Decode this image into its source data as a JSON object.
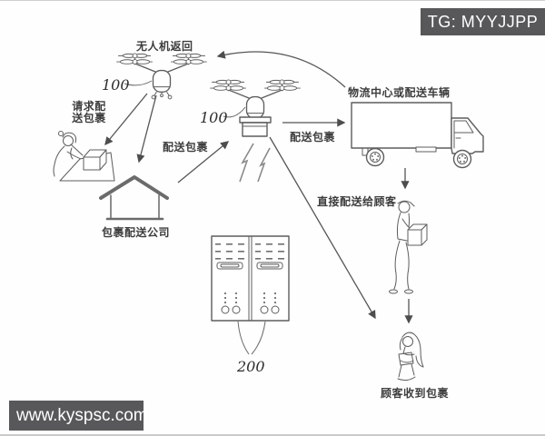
{
  "badges": {
    "telegram": {
      "text": "TG: MYYJJPP",
      "bg": "#58585a",
      "fg": "#ffffff"
    },
    "website": {
      "text": "www.kyspsc.com",
      "bg": "#58585a",
      "fg": "#ffffff"
    }
  },
  "diagram": {
    "type": "drone-parcel-delivery-flow",
    "line_color": "#5d5d5d",
    "text_color": "#3d3d3d",
    "labels": {
      "drone_return": "无人机返回",
      "drone1_ref": "100",
      "drone2_ref": "100",
      "request_delivery": [
        "请求配",
        "送包裹"
      ],
      "deliver_package_company_to_drone": "配送包裹",
      "deliver_package_drone_to_truck": "配送包裹",
      "delivery_company": "包裹配送公司",
      "logistics_center": "物流中心或配送车辆",
      "direct_delivery": "直接配送给顾客",
      "locker_ref": "200",
      "customer_received": "顾客收到包裹"
    }
  }
}
